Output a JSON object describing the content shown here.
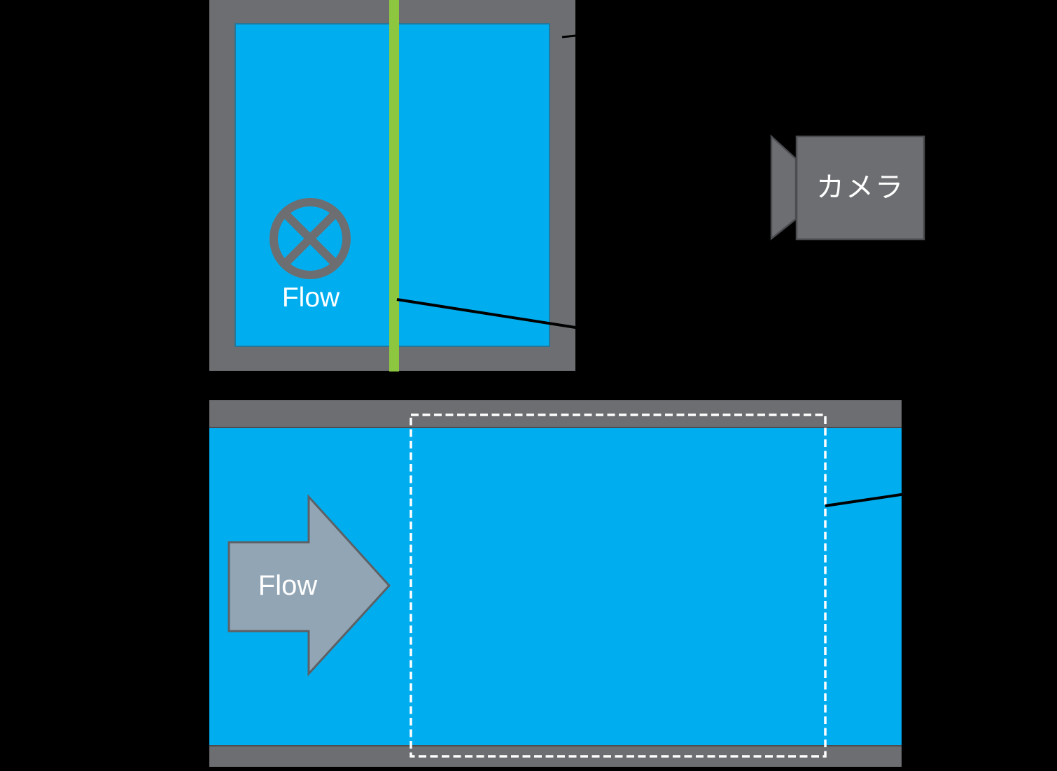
{
  "diagram": {
    "top_view": {
      "flow_label": "Flow",
      "flow_direction_symbol": "circle-cross (flow into page)",
      "laser_sheet_color": "#8DC63F"
    },
    "side_view": {
      "flow_label": "Flow",
      "field_of_view_style": "white dashed rectangle"
    },
    "camera": {
      "label": "カメラ"
    },
    "colors": {
      "background": "#000000",
      "channel_gray": "#6D6E71",
      "water_blue": "#00AEEF",
      "laser_green": "#8DC63F",
      "arrow_fill": "#92A5B4",
      "outline_dark": "#55585C",
      "label_white": "#FFFFFF",
      "leader_line": "#000000"
    }
  }
}
